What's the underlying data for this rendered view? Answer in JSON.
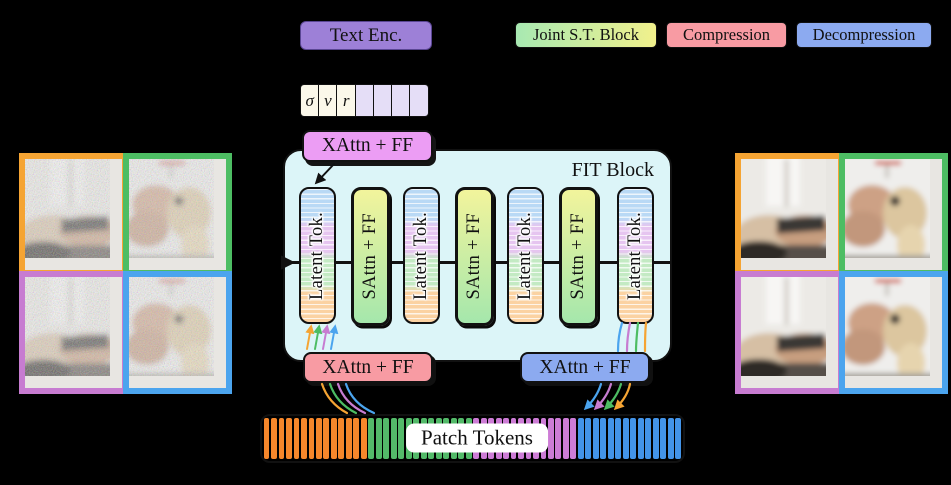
{
  "figure": {
    "text_encoder_label": "Text Enc.",
    "legend": [
      {
        "label": "Joint S.T. Block",
        "color_start": "#a8e9b2",
        "color_end": "#f1f08c"
      },
      {
        "label": "Compression",
        "color": "#f89ba3"
      },
      {
        "label": "Decompression",
        "color": "#8caaf0"
      }
    ],
    "condition_tokens": {
      "symbols": [
        "σ",
        "ν",
        "r"
      ],
      "empty_cells": 4
    },
    "xattn_text_label": "XAttn + FF",
    "fit_block": {
      "title": "FIT Block",
      "pills": [
        {
          "type": "latent",
          "label": "Latent Tok."
        },
        {
          "type": "sattn",
          "label": "SAttn + FF"
        },
        {
          "type": "latent",
          "label": "Latent Tok."
        },
        {
          "type": "sattn",
          "label": "SAttn + FF"
        },
        {
          "type": "latent",
          "label": "Latent Tok."
        },
        {
          "type": "sattn",
          "label": "SAttn + FF"
        },
        {
          "type": "latent",
          "label": "Latent Tok."
        }
      ]
    },
    "xattn_compress_label": "XAttn + FF",
    "xattn_decompress_label": "XAttn + FF",
    "patch_tokens": {
      "label": "Patch Tokens",
      "sections": [
        {
          "name": "orange",
          "color": "#f6872b",
          "count": 14
        },
        {
          "name": "green",
          "color": "#53ba69",
          "count": 14
        },
        {
          "name": "purple",
          "color": "#cd7cd6",
          "count": 14
        },
        {
          "name": "blue",
          "color": "#4394e9",
          "count": 14
        }
      ]
    },
    "frames": {
      "left_noisy": [
        {
          "pos": "top-left",
          "border": "#f5a433",
          "scene": "torso"
        },
        {
          "pos": "top-right",
          "border": "#4dbd63",
          "scene": "head"
        },
        {
          "pos": "bottom-left",
          "border": "#c77cd1",
          "scene": "torso"
        },
        {
          "pos": "bottom-right",
          "border": "#4ba4ee",
          "scene": "head"
        }
      ],
      "right_clean": [
        {
          "pos": "top-left",
          "border": "#f5a433",
          "scene": "torso"
        },
        {
          "pos": "top-right",
          "border": "#4dbd63",
          "scene": "head"
        },
        {
          "pos": "bottom-left",
          "border": "#c77cd1",
          "scene": "torso"
        },
        {
          "pos": "bottom-right",
          "border": "#4ba4ee",
          "scene": "head"
        }
      ]
    },
    "arrow_colors": {
      "orange": "#f5a433",
      "green": "#4dbd63",
      "purple": "#c77cd1",
      "blue": "#4ba4ee",
      "black": "#111111"
    }
  }
}
